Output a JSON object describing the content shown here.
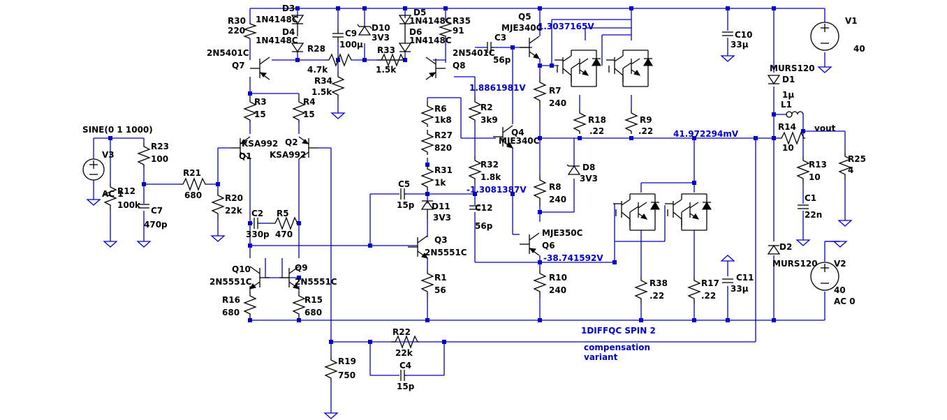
{
  "diagram": {
    "components": [
      {
        "id": "r30",
        "name": "R30",
        "value": "220"
      },
      {
        "id": "d3",
        "name": "D3",
        "value": "1N4148C"
      },
      {
        "id": "d4",
        "name": "D4",
        "value": "1N4148C"
      },
      {
        "id": "q7",
        "name": "Q7",
        "value": "2N5401C"
      },
      {
        "id": "r28",
        "name": "R28",
        "value": "4.7k"
      },
      {
        "id": "r34",
        "name": "R34",
        "value": "1.5k"
      },
      {
        "id": "c9",
        "name": "C9",
        "value": "100µ"
      },
      {
        "id": "d10",
        "name": "D10",
        "value": "3V3"
      },
      {
        "id": "r33",
        "name": "R33",
        "value": "1.5k"
      },
      {
        "id": "d5",
        "name": "D5",
        "value": "1N4148C"
      },
      {
        "id": "d6",
        "name": "D6",
        "value": "1N4148C"
      },
      {
        "id": "r35",
        "name": "R35",
        "value": "91"
      },
      {
        "id": "q8",
        "name": "Q8",
        "value": "2N5401C"
      },
      {
        "id": "c3",
        "name": "C3",
        "value": "56p"
      },
      {
        "id": "q5",
        "name": "Q5",
        "value": "MJE340C"
      },
      {
        "id": "c10",
        "name": "C10",
        "value": "33µ"
      },
      {
        "id": "v1",
        "name": "V1",
        "value": "40"
      },
      {
        "id": "d1",
        "name": "D1",
        "value": "MURS120"
      },
      {
        "id": "l1",
        "name": "L1",
        "value": "1µ"
      },
      {
        "id": "r14",
        "name": "R14",
        "value": "10"
      },
      {
        "id": "r13",
        "name": "R13",
        "value": "10"
      },
      {
        "id": "c1",
        "name": "C1",
        "value": "22n"
      },
      {
        "id": "r25",
        "name": "R25",
        "value": "4"
      },
      {
        "id": "d2",
        "name": "D2",
        "value": "MURS120"
      },
      {
        "id": "v2",
        "name": "V2",
        "value": "40"
      },
      {
        "id": "r3",
        "name": "R3",
        "value": "15"
      },
      {
        "id": "r4",
        "name": "R4",
        "value": "15"
      },
      {
        "id": "q1",
        "name": "Q1",
        "value": "KSA992"
      },
      {
        "id": "q2",
        "name": "Q2",
        "value": "KSA992"
      },
      {
        "id": "v3",
        "name": "V3",
        "value": "SINE(0 1 1000)"
      },
      {
        "id": "r23",
        "name": "R23",
        "value": "100"
      },
      {
        "id": "r12",
        "name": "R12",
        "value": "100k"
      },
      {
        "id": "c7",
        "name": "C7",
        "value": "470p"
      },
      {
        "id": "r21",
        "name": "R21",
        "value": "680"
      },
      {
        "id": "r20",
        "name": "R20",
        "value": "22k"
      },
      {
        "id": "c2",
        "name": "C2",
        "value": "330p"
      },
      {
        "id": "r5",
        "name": "R5",
        "value": "470"
      },
      {
        "id": "q10",
        "name": "Q10",
        "value": "2N5551C"
      },
      {
        "id": "q9",
        "name": "Q9",
        "value": "2N5551C"
      },
      {
        "id": "r16",
        "name": "R16",
        "value": "680"
      },
      {
        "id": "r15",
        "name": "R15",
        "value": "680"
      },
      {
        "id": "r6",
        "name": "R6",
        "value": "1k8"
      },
      {
        "id": "r27",
        "name": "R27",
        "value": "820"
      },
      {
        "id": "r31",
        "name": "R31",
        "value": "1k"
      },
      {
        "id": "c5",
        "name": "C5",
        "value": "15p"
      },
      {
        "id": "d11",
        "name": "D11",
        "value": "3V3"
      },
      {
        "id": "q3",
        "name": "Q3",
        "value": "2N5551C"
      },
      {
        "id": "r1",
        "name": "R1",
        "value": "56"
      },
      {
        "id": "r2",
        "name": "R2",
        "value": "3k9"
      },
      {
        "id": "r32",
        "name": "R32",
        "value": "1.8k"
      },
      {
        "id": "c12",
        "name": "C12",
        "value": "56p"
      },
      {
        "id": "q4",
        "name": "Q4",
        "value": "MJE340C"
      },
      {
        "id": "r7",
        "name": "R7",
        "value": "240"
      },
      {
        "id": "r8",
        "name": "R8",
        "value": "240"
      },
      {
        "id": "q6",
        "name": "Q6",
        "value": "MJE350C"
      },
      {
        "id": "r10",
        "name": "R10",
        "value": "240"
      },
      {
        "id": "r18",
        "name": "R18",
        "value": ".22"
      },
      {
        "id": "r9",
        "name": "R9",
        "value": ".22"
      },
      {
        "id": "d8",
        "name": "D8",
        "value": "3V3"
      },
      {
        "id": "r38",
        "name": "R38",
        "value": ".22"
      },
      {
        "id": "r17",
        "name": "R17",
        "value": ".22"
      },
      {
        "id": "c11",
        "name": "C11",
        "value": "33µ"
      },
      {
        "id": "r22",
        "name": "R22",
        "value": "22k"
      },
      {
        "id": "c4",
        "name": "C4",
        "value": "15p"
      },
      {
        "id": "r19",
        "name": "R19",
        "value": "750"
      }
    ],
    "v3_extra": "AC 1",
    "v2_extra": "AC 0",
    "net_vout": "vout",
    "voltage_labels": [
      "1.3037165V",
      "1.8861981V",
      "41.972294mV",
      "-1.3081387V",
      "-38.741592V"
    ],
    "notes": [
      "1DIFFQC SPIN 2",
      "compensation",
      "variant"
    ]
  }
}
